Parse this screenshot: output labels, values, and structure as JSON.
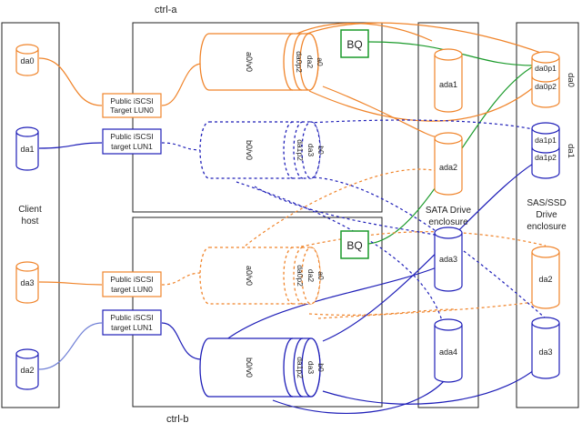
{
  "colors": {
    "orange": "#f0842a",
    "blue": "#1f1fb8",
    "light_blue": "#6f7fd6",
    "green": "#1a9a2a",
    "line": "#222222"
  },
  "labels": {
    "ctrl_a": "ctrl-a",
    "ctrl_b": "ctrl-b",
    "client_host_1": "Client",
    "client_host_2": "host",
    "sata_1": "SATA Drive",
    "sata_2": "enclosure",
    "sas_1": "SAS/SSD",
    "sas_2": "Drive",
    "sas_3": "enclosure",
    "bq": "BQ"
  },
  "client_disks": {
    "da0": "da0",
    "da1": "da1",
    "da3": "da3",
    "da2": "da2"
  },
  "targets": {
    "a_lun0_1": "Public iSCSI",
    "a_lun0_2": "Target LUN0",
    "a_lun1_1": "Public iSCSI",
    "a_lun1_2": "target LUN1",
    "b_lun0_1": "Public iSCSI",
    "b_lun0_2": "target LUN0",
    "b_lun1_1": "Public iSCSI",
    "b_lun1_2": "target LUN1"
  },
  "volumes": {
    "a0_vol": "a0/v0",
    "a0_part": "da0p2",
    "a0_disk": "da2",
    "a0_pool": "a0",
    "b0_vol": "b0/v0",
    "b0_part": "da1p2",
    "b0_disk": "da3",
    "b0_pool": "b0"
  },
  "sata_disks": {
    "ada1": "ada1",
    "ada2": "ada2",
    "ada3": "ada3",
    "ada4": "ada4"
  },
  "sas_disks": {
    "da0p1": "da0p1",
    "da0p2": "da0p2",
    "da0_label": "da0",
    "da1p1": "da1p1",
    "da1p2": "da1p2",
    "da1_label": "da1",
    "da2": "da2",
    "da3": "da3"
  }
}
